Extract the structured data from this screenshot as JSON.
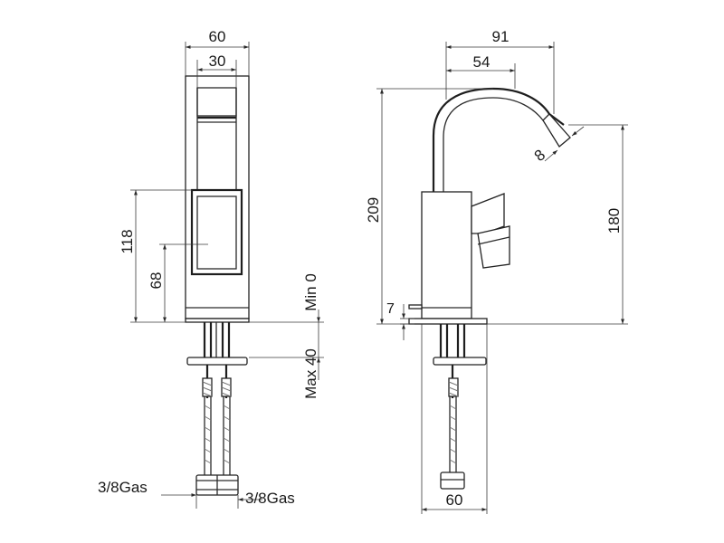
{
  "drawing": {
    "front_view": {
      "width_total": "60",
      "width_lever": "30",
      "height_body": "118",
      "height_lever": "68",
      "deck_min": "Min 0",
      "deck_max": "Max 40",
      "connection_left": "3/8Gas",
      "connection_right": "3/8Gas"
    },
    "side_view": {
      "reach_total": "91",
      "reach_body": "54",
      "height_total": "209",
      "height_outlet": "180",
      "outlet_diameter": "8",
      "base_offset": "7",
      "base_width": "60"
    }
  }
}
